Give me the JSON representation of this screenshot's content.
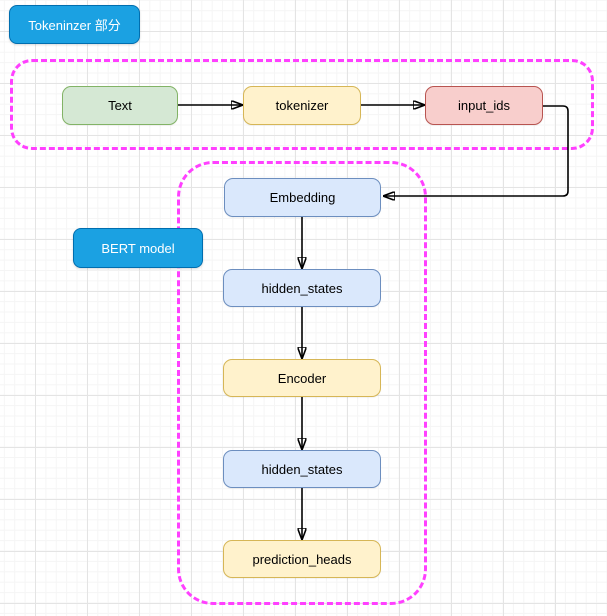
{
  "diagram": {
    "sections": {
      "tokenizer": {
        "label": "Tokeninzer 部分",
        "border_color": "#ff40ff",
        "label_fill": "#1ba1e2",
        "label_stroke": "#006eaf",
        "label_text_color": "#ffffff"
      },
      "bert": {
        "label": "BERT model",
        "border_color": "#ff40ff",
        "label_fill": "#1ba1e2",
        "label_stroke": "#006eaf",
        "label_text_color": "#ffffff"
      }
    },
    "nodes": {
      "text": {
        "label": "Text",
        "fill": "#d5e8d4",
        "stroke": "#82b366"
      },
      "tokenizer": {
        "label": "tokenizer",
        "fill": "#fff2cc",
        "stroke": "#d6b656"
      },
      "input_ids": {
        "label": "input_ids",
        "fill": "#f8cecc",
        "stroke": "#b85450"
      },
      "embedding": {
        "label": "Embedding",
        "fill": "#dae8fc",
        "stroke": "#6c8ebf"
      },
      "hidden_states_1": {
        "label": "hidden_states",
        "fill": "#dae8fc",
        "stroke": "#6c8ebf"
      },
      "encoder": {
        "label": "Encoder",
        "fill": "#fff2cc",
        "stroke": "#d6b656"
      },
      "hidden_states_2": {
        "label": "hidden_states",
        "fill": "#dae8fc",
        "stroke": "#6c8ebf"
      },
      "prediction_heads": {
        "label": "prediction_heads",
        "fill": "#fff2cc",
        "stroke": "#d6b656"
      }
    },
    "edges": [
      {
        "from": "text",
        "to": "tokenizer"
      },
      {
        "from": "tokenizer",
        "to": "input_ids"
      },
      {
        "from": "input_ids",
        "to": "embedding"
      },
      {
        "from": "embedding",
        "to": "hidden_states_1"
      },
      {
        "from": "hidden_states_1",
        "to": "encoder"
      },
      {
        "from": "encoder",
        "to": "hidden_states_2"
      },
      {
        "from": "hidden_states_2",
        "to": "prediction_heads"
      }
    ],
    "arrow_color": "#000000",
    "grid_major_color": "#e4e4e4",
    "grid_minor_color": "#f5f5f5"
  }
}
